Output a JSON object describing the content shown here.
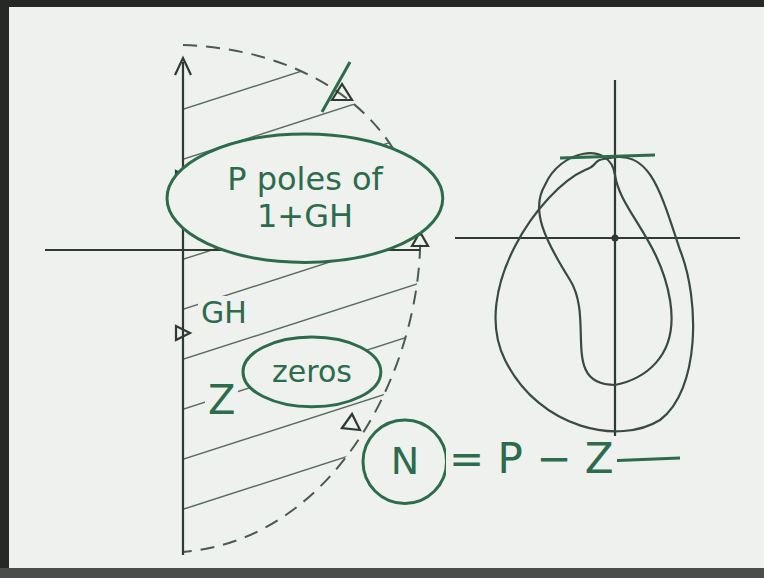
{
  "diagram": {
    "nodes": [
      {
        "text": [
          "P poles of 1+GH"
        ]
      },
      {
        "text": [
          "zeros"
        ]
      },
      {
        "text": [
          "N"
        ]
      }
    ],
    "labels": [
      "GH",
      "Z",
      "= P − Z"
    ]
  }
}
